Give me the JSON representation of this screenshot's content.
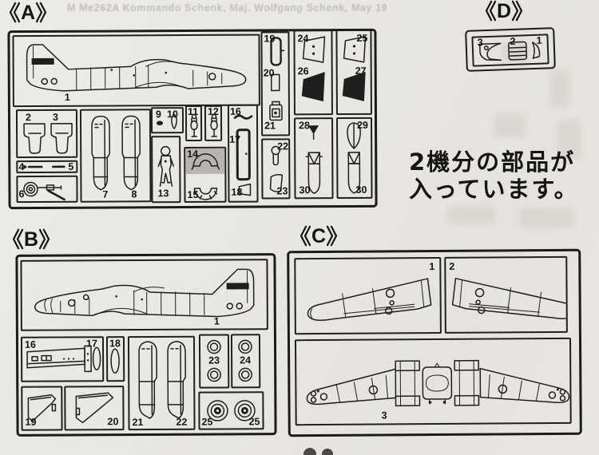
{
  "page": {
    "ghost_header_text": "M Me262A   Kommando Schenk,  Maj. Wolfgang Schenk,   May 19",
    "note": {
      "line1": "2機分の部品が",
      "line2": "入っています。"
    }
  },
  "sections": {
    "a": {
      "letter": "A",
      "label": "《A》",
      "nums": {
        "n1": "1",
        "n2": "2",
        "n3": "3",
        "n4": "4",
        "n5": "5",
        "n6": "6",
        "n7": "7",
        "n8": "8",
        "n9": "9",
        "n10": "10",
        "n11": "11",
        "n12": "12",
        "n13": "13",
        "n14": "14",
        "n15": "15",
        "n16": "16",
        "n17": "17",
        "n18": "18",
        "n19": "19",
        "n20": "20",
        "n21": "21",
        "n22": "22",
        "n23": "23",
        "n24": "24",
        "n25": "25",
        "n26": "26",
        "n27": "27",
        "n28": "28",
        "n29": "29",
        "n30a": "30",
        "n30b": "30"
      }
    },
    "b": {
      "letter": "B",
      "label": "《B》",
      "nums": {
        "n1": "1",
        "n16": "16",
        "n17": "17",
        "n18": "18",
        "n19": "19",
        "n20": "20",
        "n21": "21",
        "n22": "22",
        "n23": "23",
        "n24": "24",
        "n25a": "25",
        "n25b": "25"
      }
    },
    "c": {
      "letter": "C",
      "label": "《C》",
      "nums": {
        "n1": "1",
        "n2": "2",
        "n3": "3"
      }
    },
    "d": {
      "letter": "D",
      "label": "《D》",
      "nums": {
        "n3": "3",
        "n2": "2",
        "n1": "1"
      }
    }
  },
  "colors": {
    "paper": "#e9e7e2",
    "ink": "#1e1e1e",
    "shade": "#b9b5ae",
    "ghost": "#aaa69f"
  }
}
